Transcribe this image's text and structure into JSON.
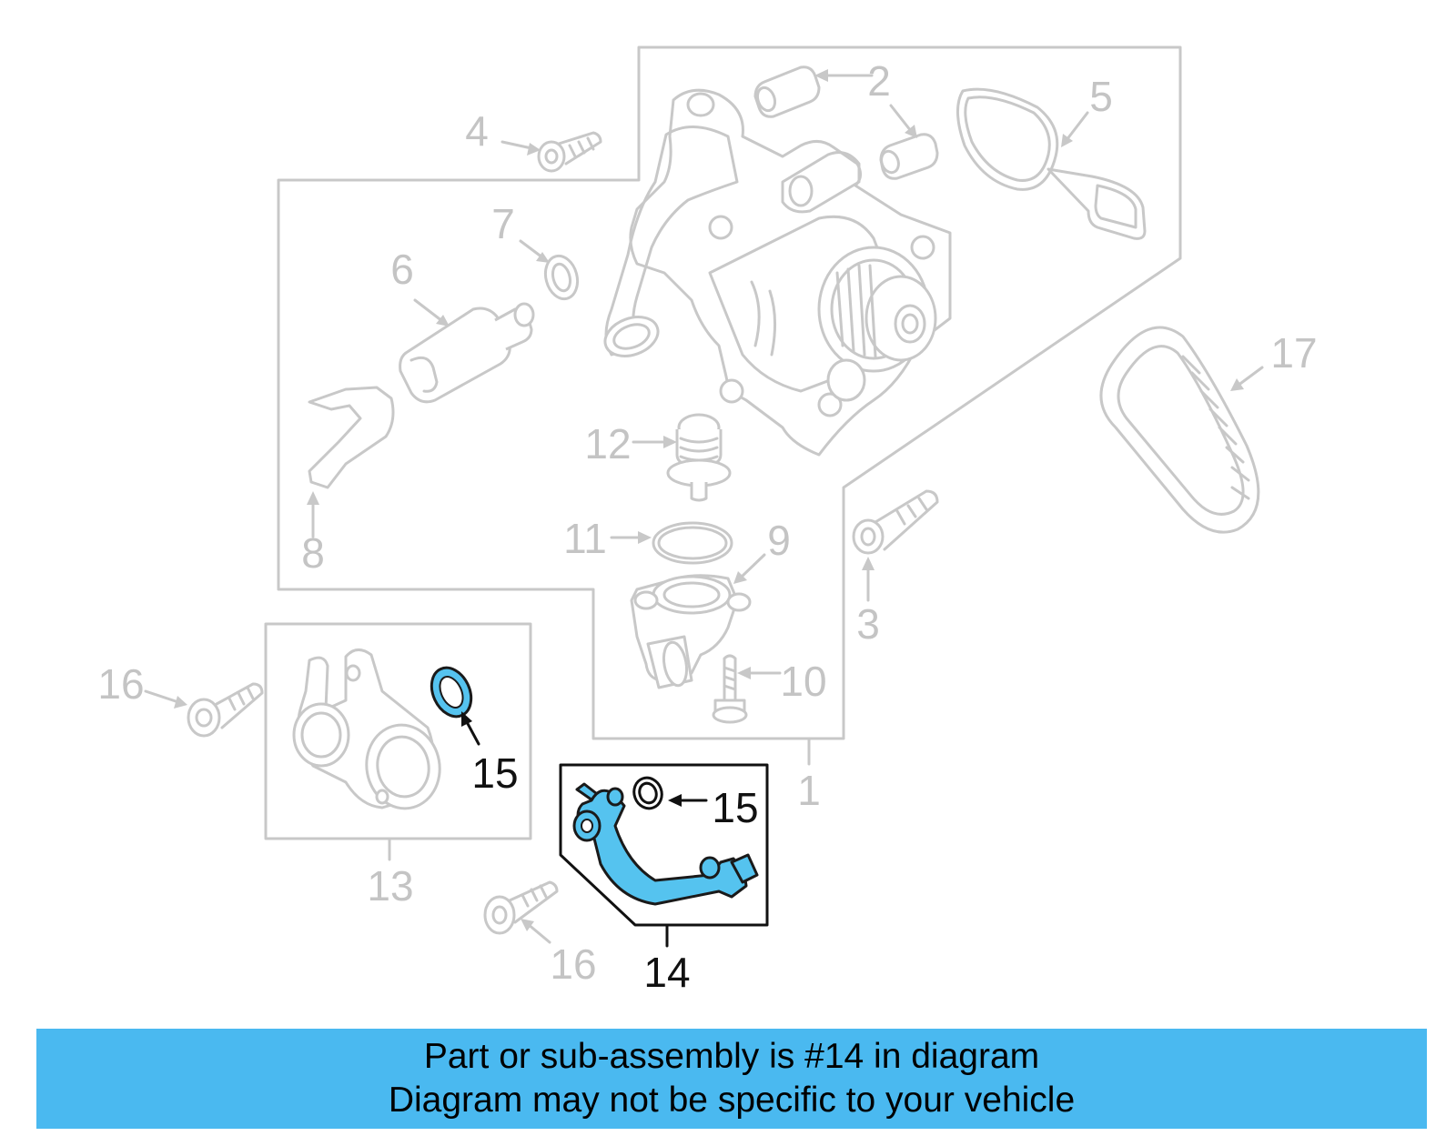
{
  "labels": {
    "l1": "1",
    "l2": "2",
    "l3": "3",
    "l4": "4",
    "l5": "5",
    "l6": "6",
    "l7": "7",
    "l8": "8",
    "l9": "9",
    "l10": "10",
    "l11": "11",
    "l12": "12",
    "l13": "13",
    "l14": "14",
    "l15a": "15",
    "l15b": "15",
    "l16a": "16",
    "l16b": "16",
    "l17": "17"
  },
  "banner": {
    "line1": "Part or sub-assembly is #14 in diagram",
    "line2": "Diagram may not be specific to your vehicle"
  },
  "colors": {
    "highlight": "#55c3ef",
    "banner": "#4ab9f0",
    "inactive_outline": "#c8c8c8"
  }
}
